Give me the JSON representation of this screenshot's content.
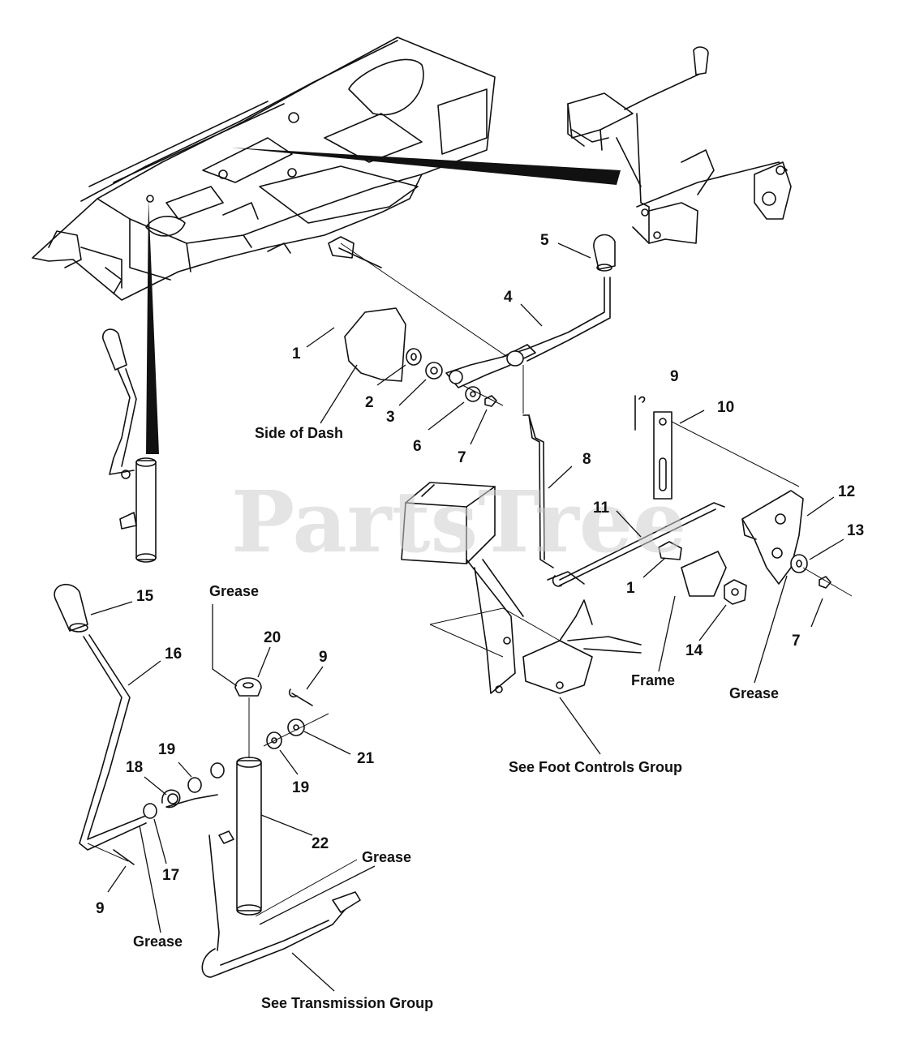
{
  "watermark": "PartsTree",
  "callouts": {
    "c1a": "1",
    "c2": "2",
    "c3": "3",
    "c4": "4",
    "c5": "5",
    "c6": "6",
    "c7a": "7",
    "c8": "8",
    "c9a": "9",
    "c10": "10",
    "c11": "11",
    "c12": "12",
    "c13": "13",
    "c1b": "1",
    "c14": "14",
    "c7b": "7",
    "c15": "15",
    "c16": "16",
    "c20": "20",
    "c9b": "9",
    "c19a": "19",
    "c18": "18",
    "c19b": "19",
    "c21": "21",
    "c22": "22",
    "c17": "17",
    "c9c": "9"
  },
  "notes": {
    "side_of_dash": "Side of Dash",
    "frame": "Frame",
    "grease_a": "Grease",
    "grease_b": "Grease",
    "grease_c": "Grease",
    "grease_d": "Grease",
    "see_foot_controls": "See Foot Controls Group",
    "see_transmission": "See Transmission Group"
  }
}
